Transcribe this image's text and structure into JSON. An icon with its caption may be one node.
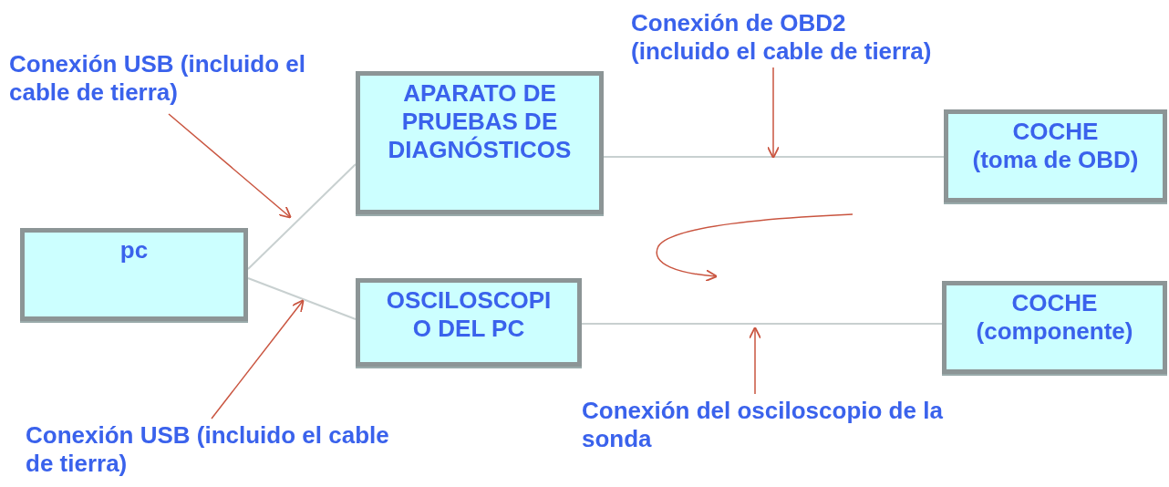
{
  "diagram": {
    "nodes": [
      {
        "text": [
          "pc"
        ]
      },
      {
        "text": [
          "APARATO DE PRUEBAS DE DIAGNÓSTICOS"
        ]
      },
      {
        "text": [
          "OSCILOSCOPI O DEL PC"
        ]
      },
      {
        "text": [
          "COCHE",
          "(toma de OBD)"
        ]
      },
      {
        "text": [
          "COCHE",
          "(componente)"
        ]
      },
      {
        "text": [
          "Conexión USB (incluido el cable de tierra)"
        ]
      },
      {
        "text": [
          "Conexión de OBD2 (incluido el cable de tierra)"
        ]
      },
      {
        "text": [
          "Conexión del osciloscopio de la sonda"
        ]
      },
      {
        "text": [
          "Conexión USB (incluido el cable de tierra)"
        ]
      }
    ],
    "edges": [
      {
        "from": 0,
        "to": 1,
        "arrow": "none"
      },
      {
        "from": 0,
        "to": 2,
        "arrow": "none"
      },
      {
        "from": 1,
        "to": 3,
        "arrow": "none"
      },
      {
        "from": 2,
        "to": 4,
        "arrow": "none"
      },
      {
        "from": 5,
        "to": null,
        "arrow": "to",
        "color": "#c9543f"
      },
      {
        "from": 6,
        "to": null,
        "arrow": "to",
        "color": "#c9543f"
      },
      {
        "from": 7,
        "to": null,
        "arrow": "to",
        "color": "#c9543f"
      },
      {
        "from": 8,
        "to": null,
        "arrow": "to",
        "color": "#c9543f"
      }
    ]
  }
}
